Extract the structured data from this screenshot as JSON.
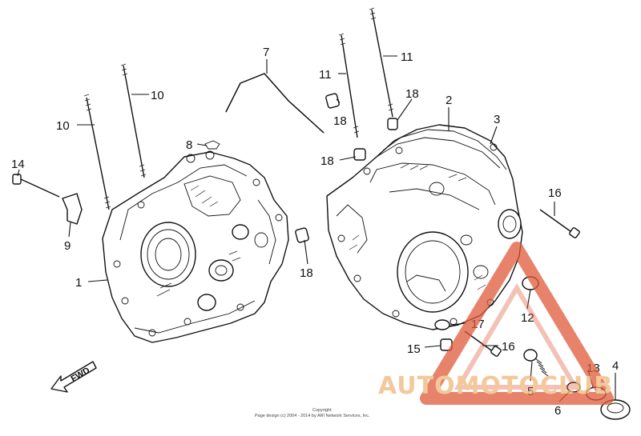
{
  "callouts": {
    "c1": "1",
    "c2": "2",
    "c3": "3",
    "c4": "4",
    "c5": "5",
    "c6": "6",
    "c7": "7",
    "c8": "8",
    "c9": "9",
    "c10a": "10",
    "c10b": "10",
    "c11a": "11",
    "c11b": "11",
    "c12": "12",
    "c13": "13",
    "c14": "14",
    "c15": "15",
    "c16a": "16",
    "c16b": "16",
    "c17": "17",
    "c18a": "18",
    "c18b": "18",
    "c18c": "18",
    "c18d": "18"
  },
  "fwd_label": "FWD",
  "copyright": {
    "line1": "Copyright",
    "line2": "Page design (c) 2004 - 2014 by ARI Network Services, Inc."
  },
  "watermark": {
    "text": "AUTOMOTOCLUB",
    "color": "#e05a3a"
  }
}
